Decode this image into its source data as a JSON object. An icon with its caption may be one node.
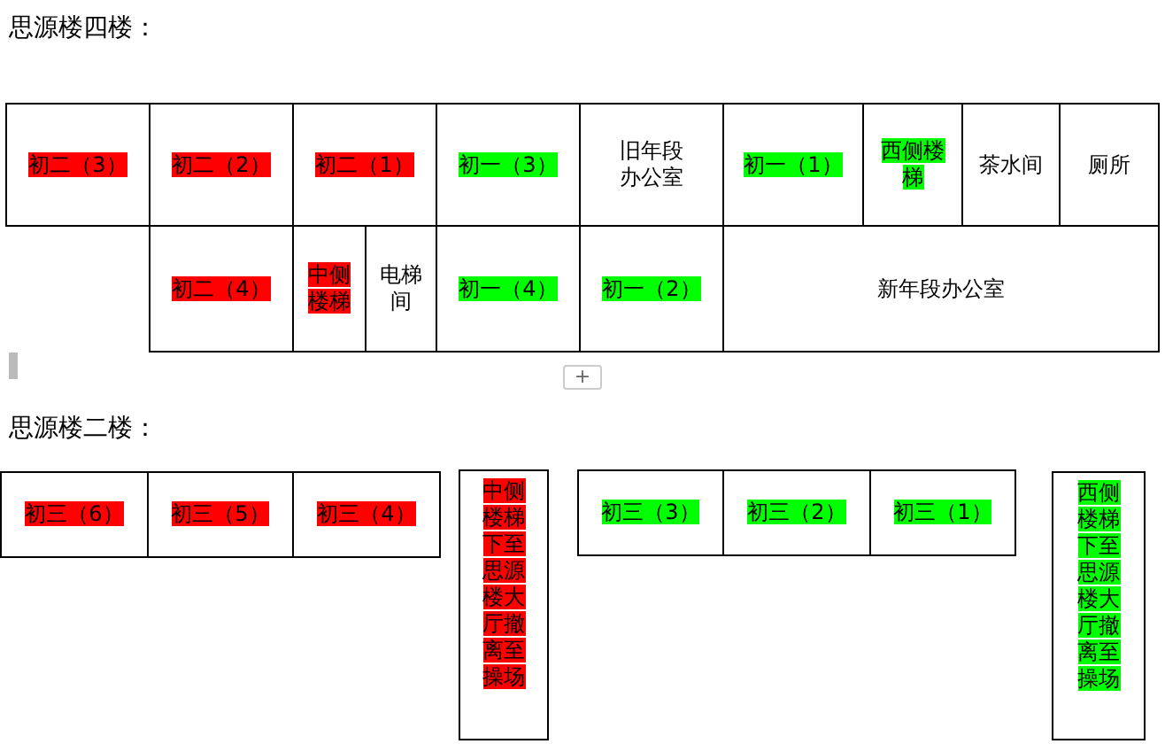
{
  "diagram": {
    "nodes": [
      {
        "text": [
          "初二（3）"
        ]
      },
      {
        "text": [
          "初二（2）"
        ]
      },
      {
        "text": [
          "初二（1）"
        ]
      },
      {
        "text": [
          "初一（3）"
        ]
      },
      {
        "text": [
          "旧年段办公室"
        ]
      },
      {
        "text": [
          "初一（1）"
        ]
      },
      {
        "text": [
          "西侧楼梯"
        ]
      },
      {
        "text": [
          "茶水间"
        ]
      },
      {
        "text": [
          "厕所"
        ]
      },
      {
        "text": [
          "初二（4）"
        ]
      },
      {
        "text": [
          "中侧楼梯"
        ]
      },
      {
        "text": [
          "电梯间"
        ]
      },
      {
        "text": [
          "初一（4）"
        ]
      },
      {
        "text": [
          "初一（2）"
        ]
      },
      {
        "text": [
          "新年段办公室"
        ]
      },
      {
        "text": [
          "初三（6）"
        ]
      },
      {
        "text": [
          "初三（5）"
        ]
      },
      {
        "text": [
          "初三（4）"
        ]
      },
      {
        "text": [
          "中侧楼梯下至思源楼大厅撤离至操场"
        ]
      },
      {
        "text": [
          "初三（3）"
        ]
      },
      {
        "text": [
          "初三（2）"
        ]
      },
      {
        "text": [
          "初三（1）"
        ]
      },
      {
        "text": [
          "西侧楼梯下至思源楼大厅撤离至操场"
        ]
      }
    ],
    "labels": [
      "思源楼四楼：",
      "+",
      "思源楼二楼："
    ]
  }
}
